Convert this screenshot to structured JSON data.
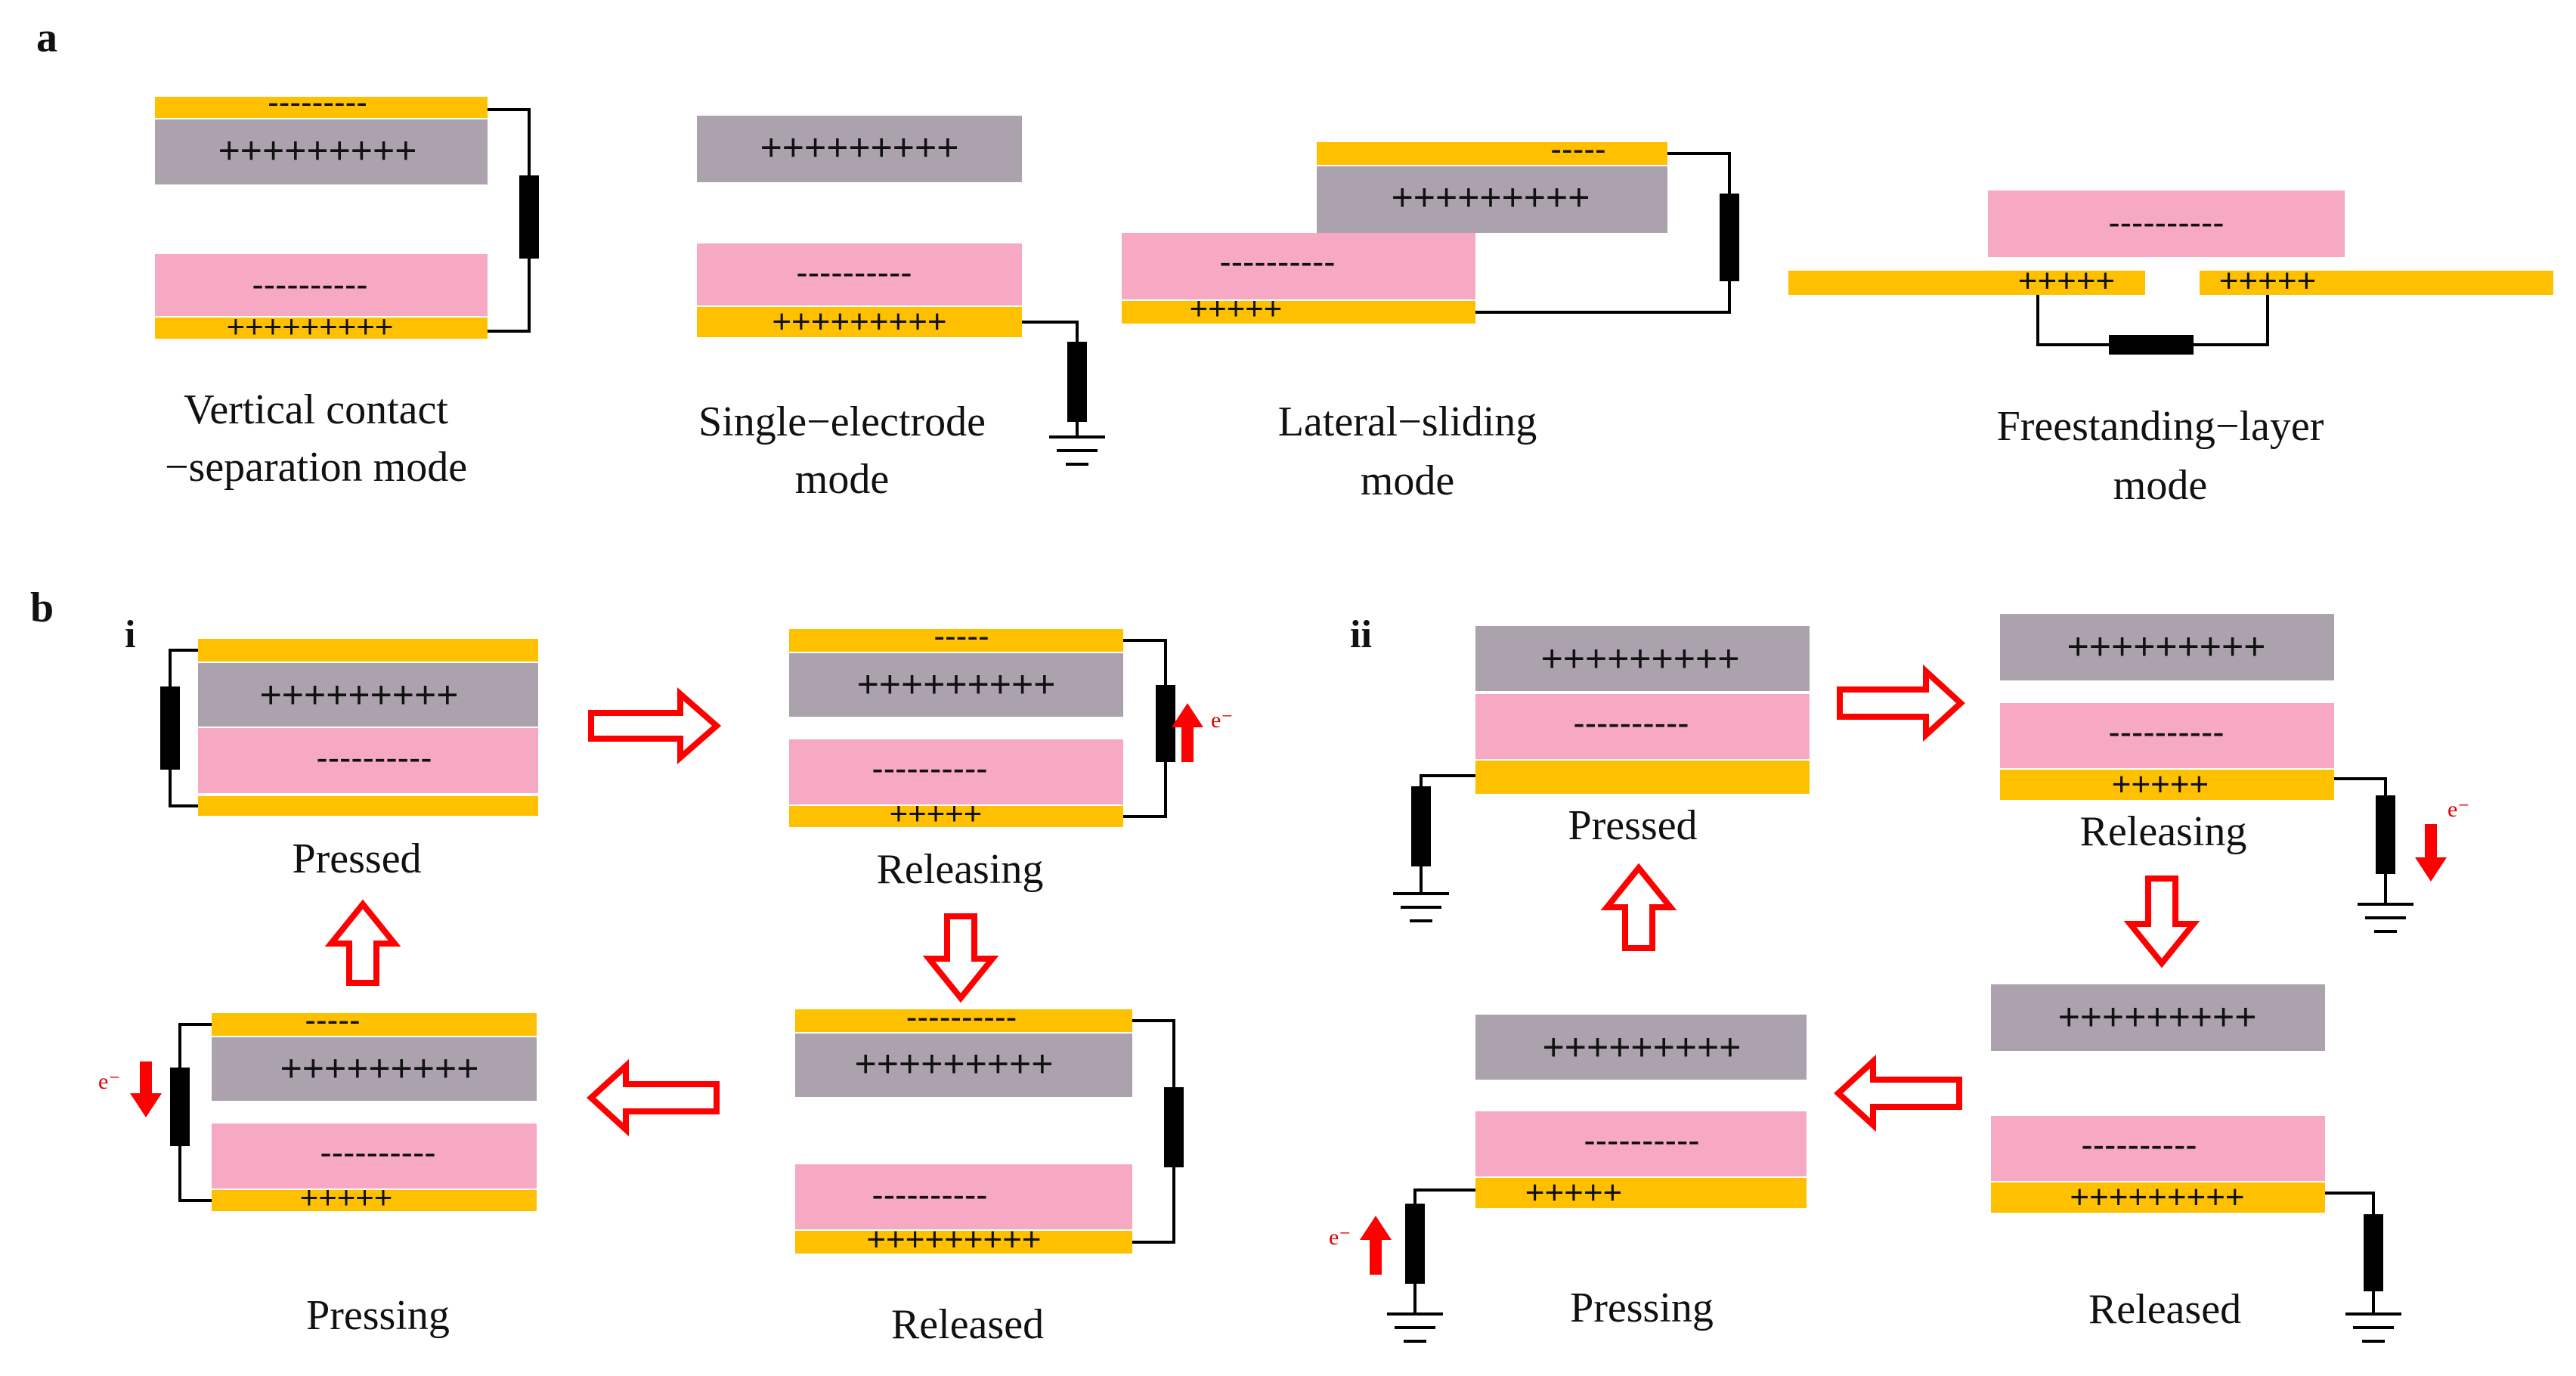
{
  "panels": {
    "a": "a",
    "b": "b",
    "b_i": "i",
    "b_ii": "ii"
  },
  "signs": {
    "plus9": "+++++++++",
    "minus9": "---------",
    "minus10": "----------",
    "plus5": "+++++",
    "minus5": "-----"
  },
  "modes": {
    "vertical": {
      "line1": "Vertical contact",
      "line2": "−separation mode"
    },
    "single": {
      "line1": "Single−electrode",
      "line2": "mode"
    },
    "lateral": {
      "line1": "Lateral−sliding",
      "line2": "mode"
    },
    "freestanding": {
      "line1": "Freestanding−layer",
      "line2": "mode"
    }
  },
  "states": {
    "pressed": "Pressed",
    "releasing": "Releasing",
    "released": "Released",
    "pressing": "Pressing"
  },
  "electron": "e⁻",
  "colors": {
    "electrode": "#FFC000",
    "positive_layer": "#ABA2AE",
    "negative_layer": "#F7A8C2",
    "wire": "#000000",
    "arrow": "#FF0000"
  }
}
